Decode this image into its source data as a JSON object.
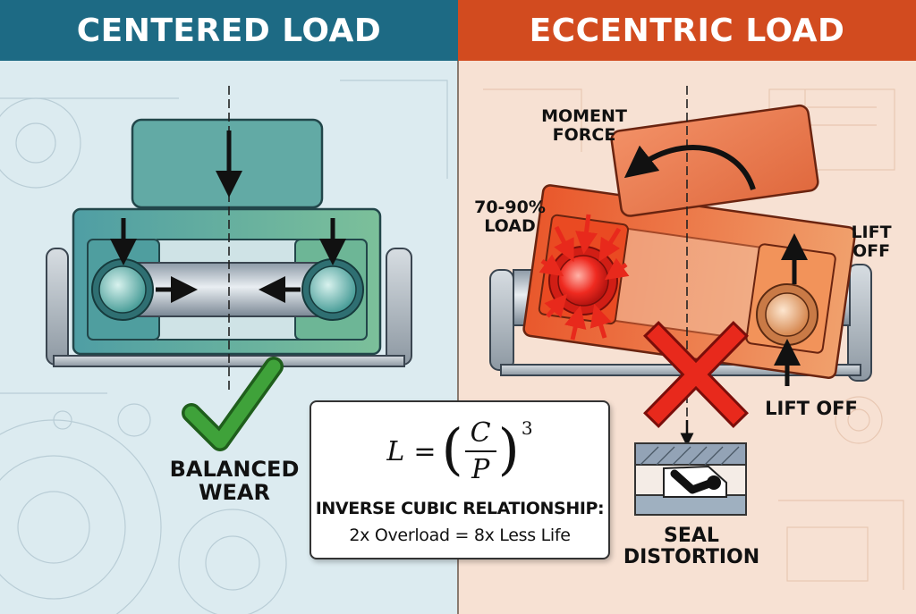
{
  "headers": {
    "left": "CENTERED LOAD",
    "right": "ECCENTRIC LOAD"
  },
  "labels": {
    "balanced_wear_line1": "BALANCED",
    "balanced_wear_line2": "WEAR",
    "moment_force_line1": "MOMENT",
    "moment_force_line2": "FORCE",
    "load_pct_line1": "70-90%",
    "load_pct_line2": "LOAD",
    "lift_off_top_line1": "LIFT",
    "lift_off_top_line2": "OFF",
    "lift_off_bottom": "LIFT OFF",
    "seal_line1": "SEAL",
    "seal_line2": "DISTORTION"
  },
  "formula": {
    "lhs": "L",
    "eq": "=",
    "numerator": "C",
    "denominator": "P",
    "exponent": "3",
    "line1": "INVERSE CUBIC RELATIONSHIP:",
    "line2": "2x Overload = 8x Less Life"
  },
  "colors": {
    "left_header": "#1d6a84",
    "right_header": "#d24b1f",
    "left_bg": "#dcebf0",
    "right_bg": "#f7e1d3",
    "teal_block": "#5ea9a3",
    "orange_block": "#ea7a4c",
    "hot_red": "#e8291c",
    "check_green": "#3fa23a"
  },
  "icons": [
    "check-icon",
    "x-icon",
    "curved-arrow-icon",
    "down-arrow-icon"
  ]
}
